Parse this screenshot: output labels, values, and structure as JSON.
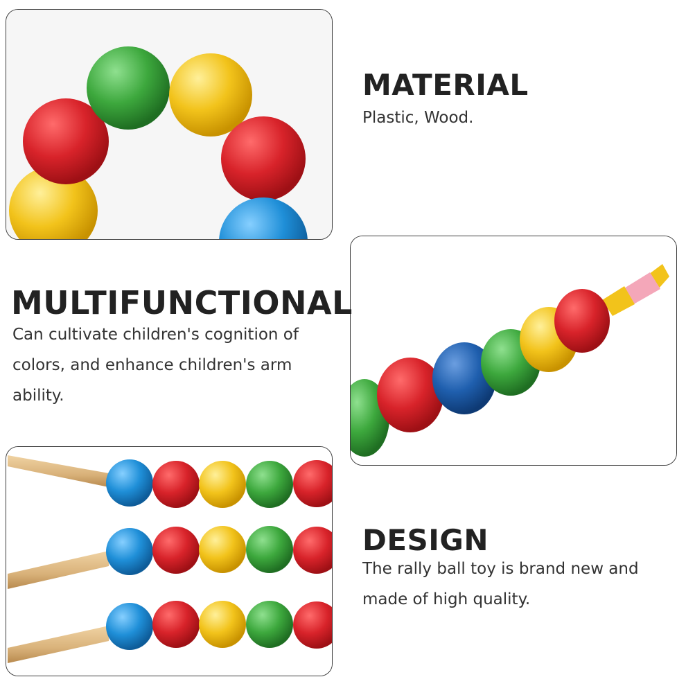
{
  "sections": {
    "material": {
      "title": "MATERIAL",
      "text": "Plastic, Wood."
    },
    "multifunctional": {
      "title": "MULTIFUNCTIONAL",
      "text": "Can cultivate children's cognition of colors, and enhance children's arm ability."
    },
    "design": {
      "title": "DESIGN",
      "text": "The rally ball toy is brand new and made of high quality."
    }
  },
  "colors": {
    "red": "#d8232a",
    "yellow": "#f2c31b",
    "green": "#3da83d",
    "blue": "#1f8fd8",
    "dark_blue": "#1f5fae",
    "wood": "#d9b27a",
    "pink": "#f4a7b9"
  },
  "images": [
    {
      "name": "bead-arch-photo",
      "icon": "colored-beads"
    },
    {
      "name": "bead-stick-photo",
      "icon": "colored-beads-on-stick"
    },
    {
      "name": "three-rally-balls-photo",
      "icon": "wooden-handle-beads"
    }
  ]
}
